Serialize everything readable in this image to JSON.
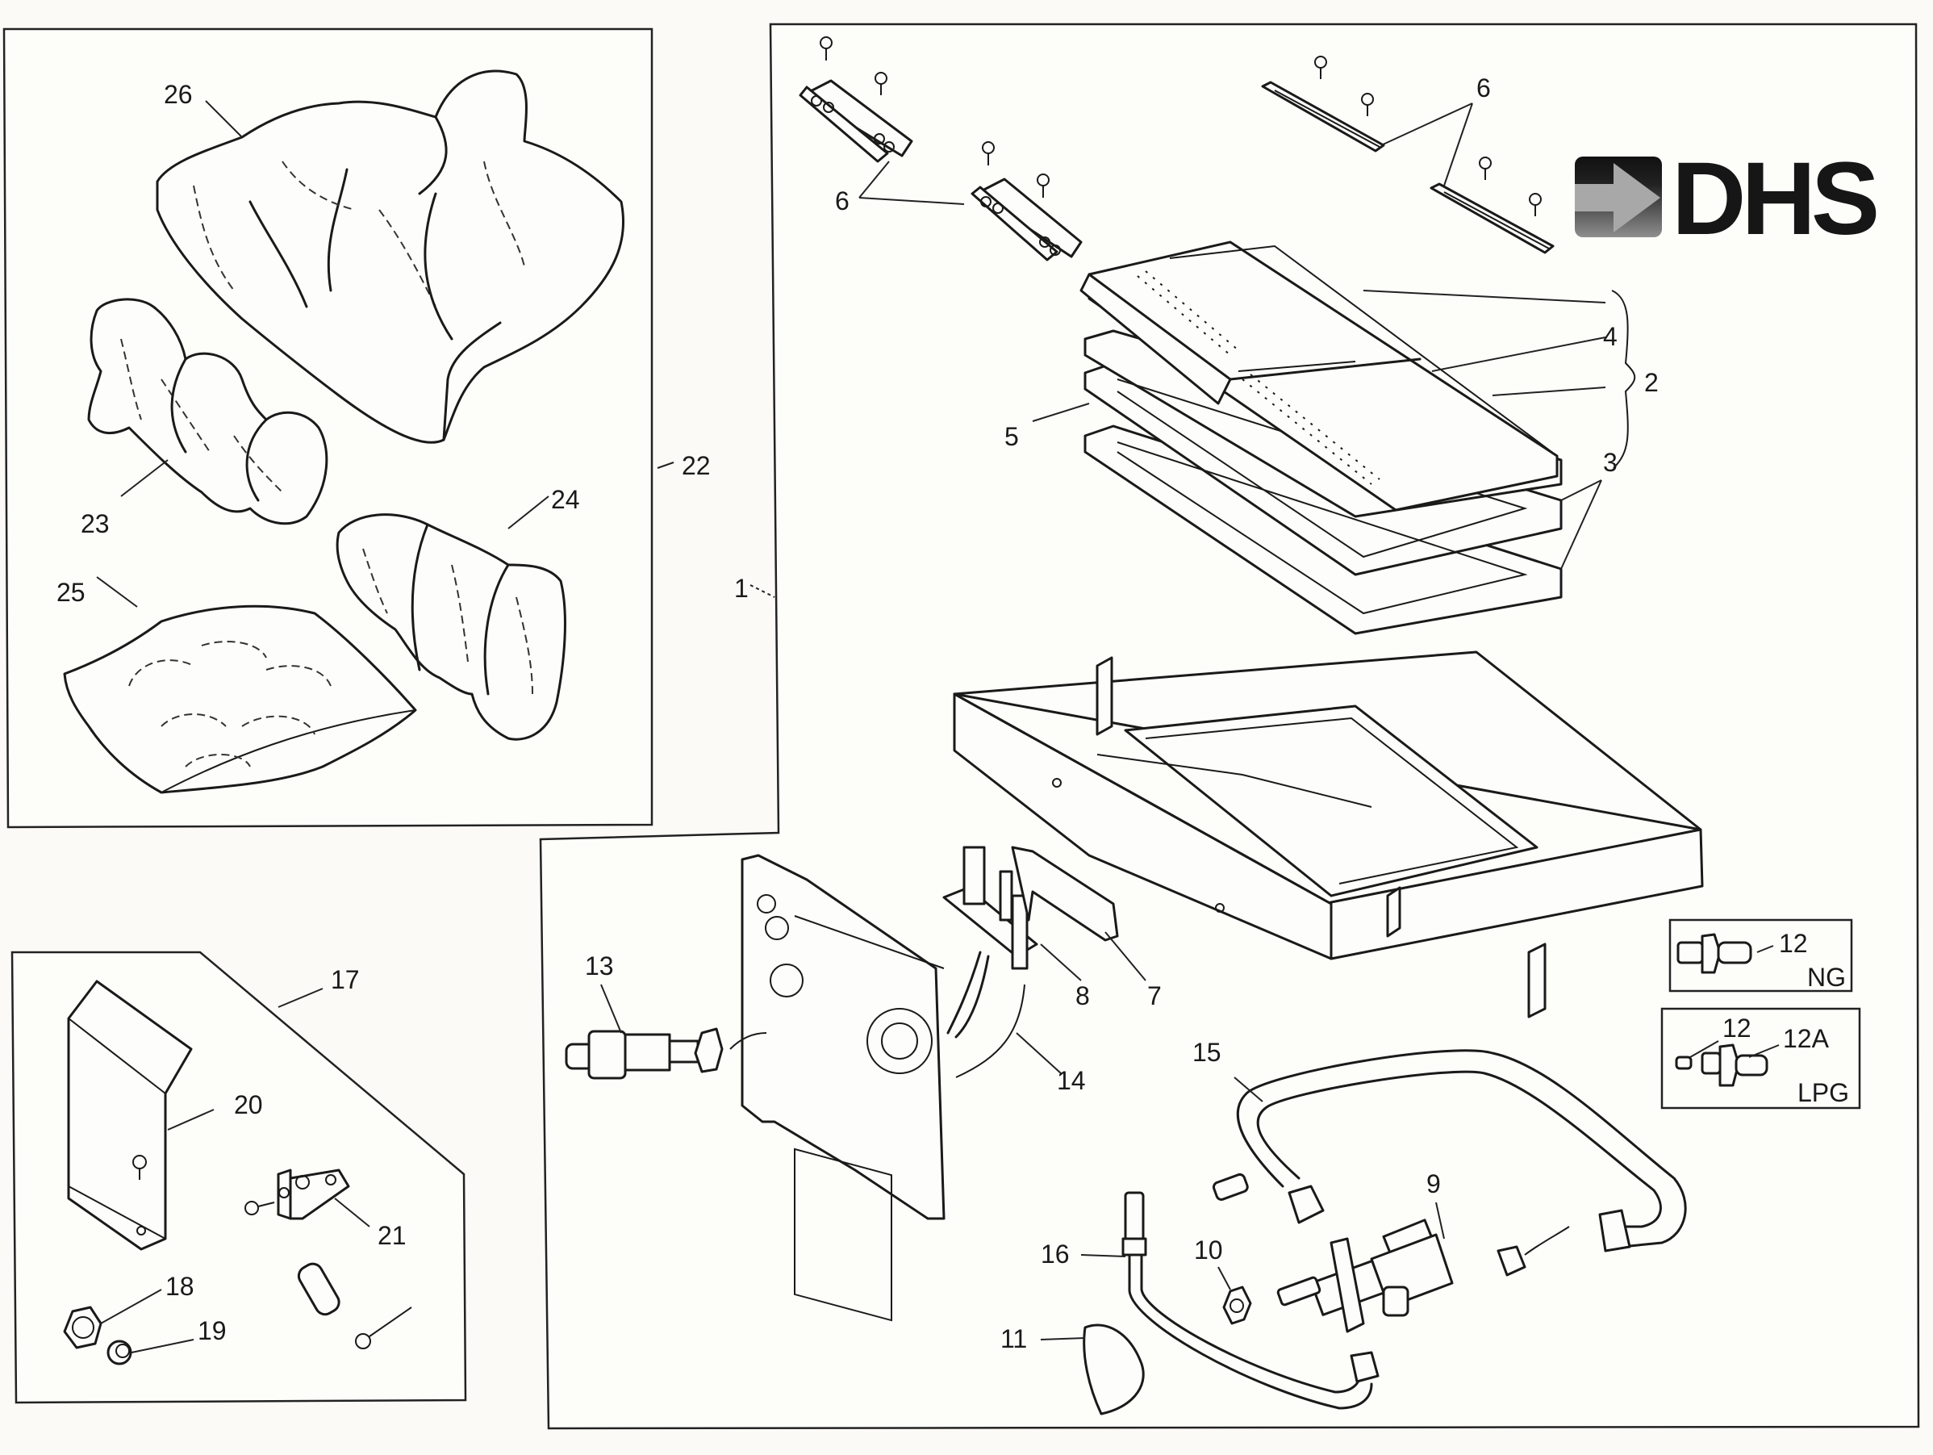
{
  "diagram": {
    "type": "exploded-parts-diagram",
    "brand_logo": "DHS",
    "panels": [
      {
        "id": "log-set",
        "callout": "22",
        "parts": [
          "23",
          "24",
          "25",
          "26"
        ]
      },
      {
        "id": "main-assembly",
        "callout": "1"
      },
      {
        "id": "accessory-kit",
        "callout": "17",
        "parts": [
          "18",
          "19",
          "20",
          "21"
        ]
      }
    ],
    "callouts": {
      "c1": "1",
      "c2": "2",
      "c3": "3",
      "c4": "4",
      "c5": "5",
      "c6a": "6",
      "c6b": "6",
      "c7": "7",
      "c8": "8",
      "c9": "9",
      "c10": "10",
      "c11": "11",
      "c12ng": "12",
      "c12lpg": "12",
      "c12a": "12A",
      "c13": "13",
      "c14": "14",
      "c15": "15",
      "c16": "16",
      "c17": "17",
      "c18": "18",
      "c19": "19",
      "c20": "20",
      "c21": "21",
      "c22": "22",
      "c23": "23",
      "c24": "24",
      "c25": "25",
      "c26": "26"
    },
    "inset_labels": {
      "ng": "NG",
      "lpg": "LPG"
    }
  }
}
